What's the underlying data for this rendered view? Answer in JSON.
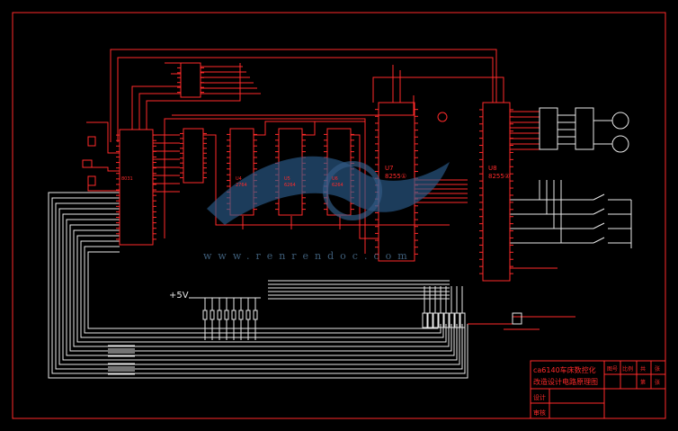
{
  "title_block": {
    "title_line1": "ca6140车床数控化",
    "title_line2": "改造设计电路原理图",
    "cells": [
      "图号",
      "比例",
      "共",
      "张",
      "第",
      "张",
      "设计",
      "审核"
    ]
  },
  "power_label": "+5V",
  "chips": {
    "u7": "U7",
    "u7_part": "8255①",
    "u8": "U8",
    "u8_part": "8255②",
    "u4": "U4",
    "u4_part": "2764",
    "u5": "U5",
    "u5_part": "6264",
    "u6": "U6",
    "u6_part": "6264",
    "u1_part": "8031"
  },
  "watermark": "www.renrendoc.com",
  "colors": {
    "background": "#000000",
    "wire": "#ff2a2a",
    "component": "#e8e8e8",
    "watermark": "#3b6a9a"
  }
}
